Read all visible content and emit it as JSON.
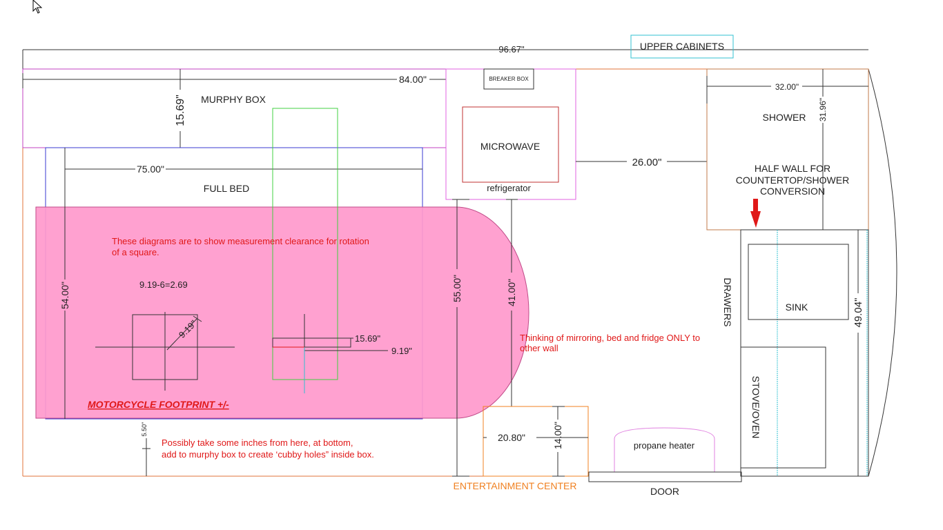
{
  "colors": {
    "outline": "#e0733a",
    "murphy": "#c040c0",
    "bed": "#3a3ad0",
    "pink_fill": "#ff99cc",
    "green": "#40d040",
    "microwave": "#c03030",
    "fridge": "#e060e0",
    "shower": "#c07a4a",
    "sink": "#333333",
    "cyan": "#30c0d0",
    "note_red": "#e01818",
    "entertainment": "#f08020",
    "heater": "#e080e0"
  },
  "labels": {
    "upper_cabinets": "UPPER CABINETS",
    "murphy_box": "MURPHY BOX",
    "full_bed": "FULL BED",
    "breaker_box": "BREAKER BOX",
    "microwave": "MICROWAVE",
    "refrigerator": "refrigerator",
    "shower": "SHOWER",
    "half_wall_1": "HALF WALL FOR",
    "half_wall_2": "COUNTERTOP/SHOWER",
    "half_wall_3": "CONVERSION",
    "drawers": "DRAWERS",
    "sink": "SINK",
    "stove": "STOVE/OVEN",
    "propane": "propane heater",
    "door": "DOOR",
    "entertainment": "ENTERTAINMENT CENTER",
    "motorcycle": "MOTORCYCLE FOOTPRINT +/-",
    "calc": "9.19-6=2.69"
  },
  "notes": {
    "rotation_1": "These diagrams are to show measurement clearance for rotation",
    "rotation_2": "of a square.",
    "mirroring_1": "Thinking of mirroring, bed and fridge ONLY to",
    "mirroring_2": "other wall",
    "possibly_1": "Possibly take some inches from here, at bottom,",
    "possibly_2": " add to murphy box to create ‘cubby holes” inside box."
  },
  "dimensions": {
    "overall": "96.67\"",
    "murphy_len": "84.00\"",
    "murphy_depth": "15.69\"",
    "bed_len": "75.00\"",
    "bed_width": "54.00\"",
    "fridge_gap": "26.00\"",
    "shower_w": "32.00\"",
    "shower_d": "31.96\"",
    "kitchen_len": "49.04\"",
    "aisle_55": "55.00\"",
    "aisle_41": "41.00\"",
    "ent_w": "20.80\"",
    "ent_d": "14.00\"",
    "bottom_gap": "5.50\"",
    "diag": "9.19\"",
    "moto_15": "15.69\"",
    "moto_9": "9.19\""
  }
}
